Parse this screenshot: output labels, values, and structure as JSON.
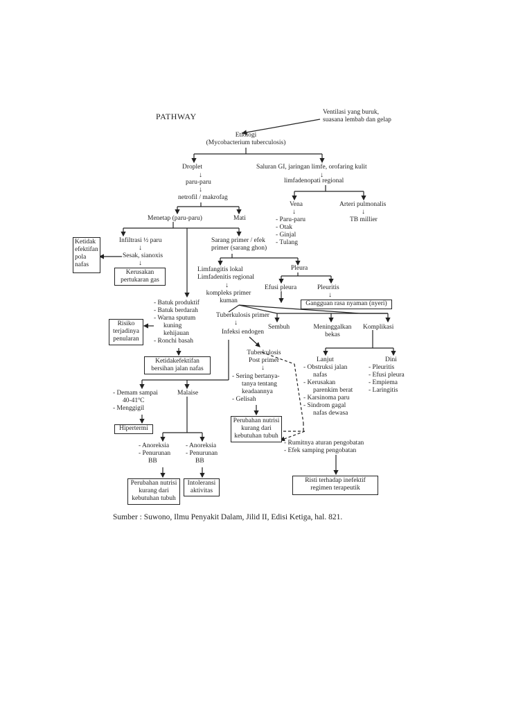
{
  "title": "PATHWAY",
  "source": "Sumber : Suwono, Ilmu Penyakit Dalam, Jilid II, Edisi Ketiga, hal. 821.",
  "nodes": {
    "ventilasi": [
      "Ventilasi yang buruk,",
      "suasana lembab dan gelap"
    ],
    "etiologi": [
      "Etiologi",
      "(Mycobacterium tuberculosis)"
    ],
    "droplet": "Droplet",
    "saluran": "Saluran GI, jaringan limfe, orofaring kulit",
    "paru": "paru-paru",
    "limfadenopati": "limfadenopati regional",
    "netrofil": "netrofil / makrofag",
    "menetap": "Menetap (paru-paru)",
    "mati": "Mati",
    "vena": "Vena",
    "vena_list": [
      "Paru-paru",
      "Otak",
      "Ginjal",
      "Tulang"
    ],
    "arteri": "Arteri pulmonalis",
    "tb_millier": "TB millier",
    "infiltrasi": "Infiltrasi ½ paru",
    "sesak": "Sesak, sianoxis",
    "sarang": [
      "Sarang primer / efek",
      "primer (sarang ghon)"
    ],
    "limfangitis": [
      "Limfangitis lokal",
      "Limfadenitis regional"
    ],
    "pleura": "Pleura",
    "kompleks": [
      "kompleks primer",
      "kuman"
    ],
    "efusi": "Efusi pleura",
    "pleuritis": "Pleuritis",
    "batuk_list": [
      "Batuk produktif",
      "Batuk berdarah",
      "Warna sputum",
      "kuning",
      "kehijauan",
      "Ronchi basah"
    ],
    "tb_primer": "Tuberkulosis primer",
    "infeksi_endogen": "Infeksi endogen",
    "sembuh": "Sembuh",
    "meninggalkan": [
      "Meninggalkan",
      "bekas"
    ],
    "komplikasi": "Komplikasi",
    "tb_post": [
      "Tuberkulosis",
      "Post primer"
    ],
    "post_list": [
      "Sering bertanya-",
      "tanya tentang",
      "keadaannya",
      "Gelisah"
    ],
    "lanjut": "Lanjut",
    "lanjut_list": [
      "Obstruksi jalan",
      "nafas",
      "Kerusakan",
      "parenkim berat",
      "Karsinoma paru",
      "Sindrom gagal",
      "nafas dewasa"
    ],
    "dini": "Dini",
    "dini_list": [
      "Pleuritis",
      "Efusi pleura",
      "Empiema",
      "Laringitis"
    ],
    "demam_list": [
      "Demam sampai",
      "40-41ºC",
      "Menggigil"
    ],
    "malaise": "Malaise",
    "anoreksia_1": [
      "Anoreksia",
      "Penurunan",
      "BB"
    ],
    "anoreksia_2": [
      "Anoreksia",
      "Penurunan",
      "BB"
    ],
    "rumitnya_list": [
      "Rumitnya aturan pengobatan",
      "Efek samping pengobatan"
    ]
  },
  "boxes": {
    "ketidak_efektifan": [
      "Ketidak",
      "efektifan",
      "pola",
      "nafas"
    ],
    "kerusakan_gas": [
      "Kerusakan",
      "pertukaran gas"
    ],
    "gangguan": "Gangguan rasa nyaman (nyeri)",
    "risiko": [
      "Risiko",
      "terjadinya",
      "penularan"
    ],
    "ketidakefektifan": [
      "Ketidakefektifan",
      "bersihan jalan nafas"
    ],
    "hipertermi": "Hipertermi",
    "nutrisi_1": [
      "Perubahan nutrisi",
      "kurang dari",
      "kebutuhan tubuh"
    ],
    "nutrisi_2": [
      "Perubahan nutrisi",
      "kurang dari",
      "kebutuhan tubuh"
    ],
    "intoleransi": [
      "Intoleransi",
      "aktivitas"
    ],
    "risti": [
      "Risti terhadap inefektif",
      "regimen terapeutik"
    ]
  }
}
